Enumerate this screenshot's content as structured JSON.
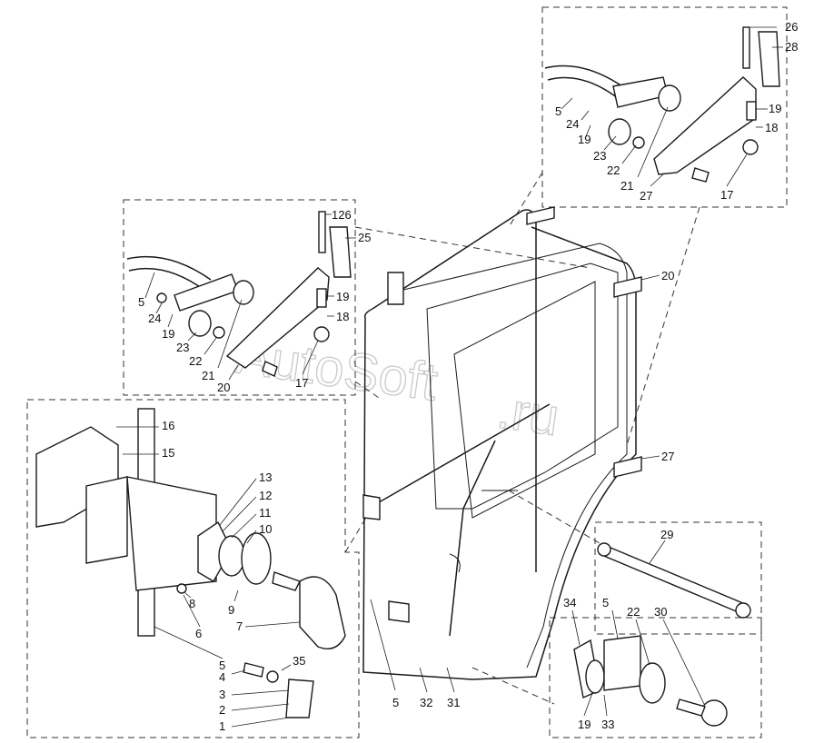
{
  "watermark": {
    "text_a": "AutoSoft",
    "text_b": ".ru"
  },
  "labels": {
    "top_right": [
      "26",
      "28",
      "5",
      "24",
      "19",
      "23",
      "22",
      "21",
      "27",
      "19",
      "18",
      "17"
    ],
    "mid_left": [
      "126",
      "25",
      "5",
      "24",
      "19",
      "23",
      "22",
      "21",
      "20",
      "19",
      "18",
      "17"
    ],
    "left": [
      "16",
      "15",
      "13",
      "12",
      "11",
      "10",
      "8",
      "9",
      "6",
      "7",
      "5",
      "4",
      "35",
      "3",
      "2",
      "1"
    ],
    "frame": [
      "20",
      "27",
      "5",
      "32",
      "31"
    ],
    "strut": [
      "29"
    ],
    "bottom_right": [
      "34",
      "5",
      "22",
      "30",
      "19",
      "33"
    ]
  }
}
